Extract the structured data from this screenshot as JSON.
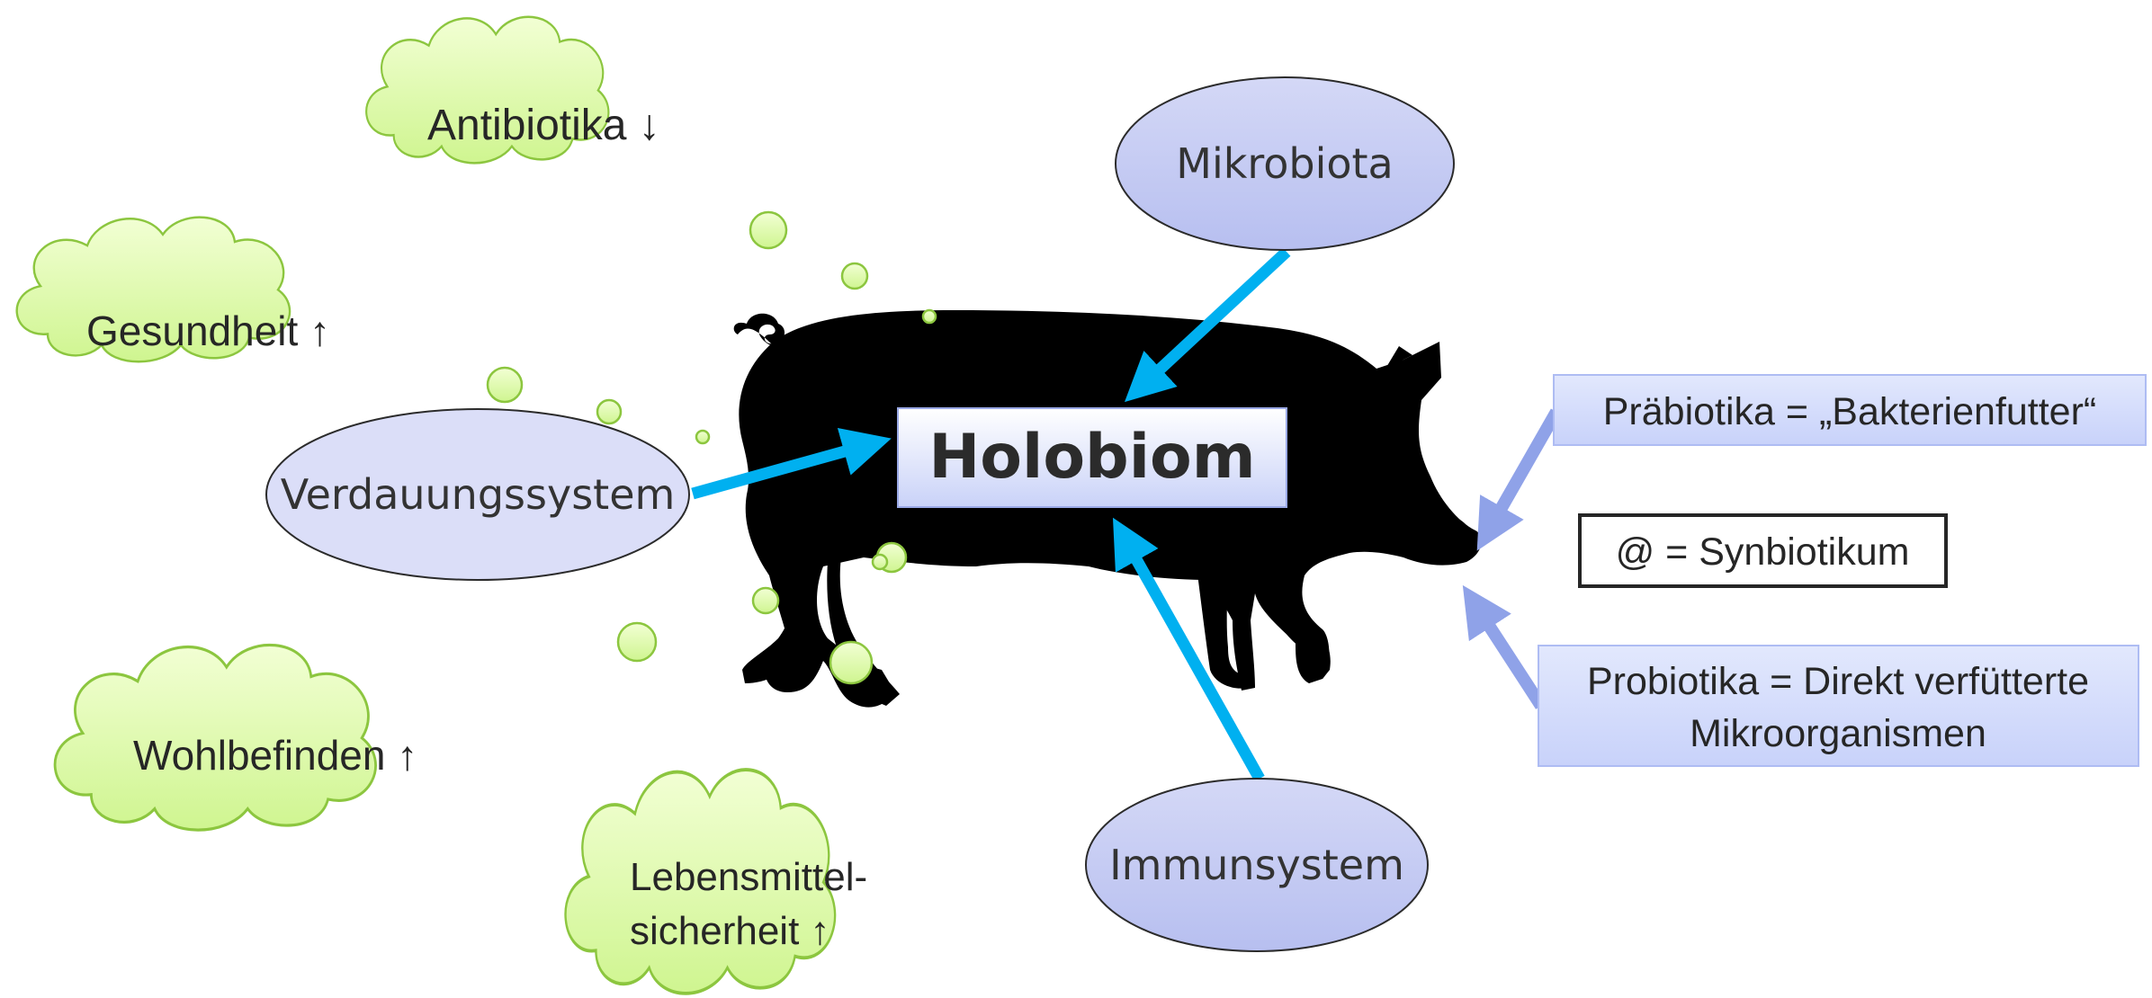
{
  "center": {
    "label": "Holobiom"
  },
  "inputs": {
    "microbiota": "Mikrobiota",
    "digestive": "Verdauungssystem",
    "immune": "Immunsystem"
  },
  "benefits": {
    "antibiotics": "Antibiotika ↓",
    "health": "Gesundheit ↑",
    "wellbeing": "Wohlbefinden ↑",
    "food_safety_line1": "Lebensmittel-",
    "food_safety_line2": "sicherheit ↑"
  },
  "feed": {
    "prebiotics": "Präbiotika = „Bakterienfutter“",
    "synbiotic": "@ = Synbiotikum",
    "probiotics_line1": "Probiotika = Direkt verfütterte",
    "probiotics_line2": "Mikroorganismen"
  },
  "colors": {
    "arrow_blue": "#00b0f0",
    "arrow_lavender": "#8fa2e8",
    "ellipse_fill": "#c4c9f2",
    "cloud_fill": "#dcfaa8",
    "cloud_stroke": "#8cc63f",
    "pig": "#000000"
  }
}
